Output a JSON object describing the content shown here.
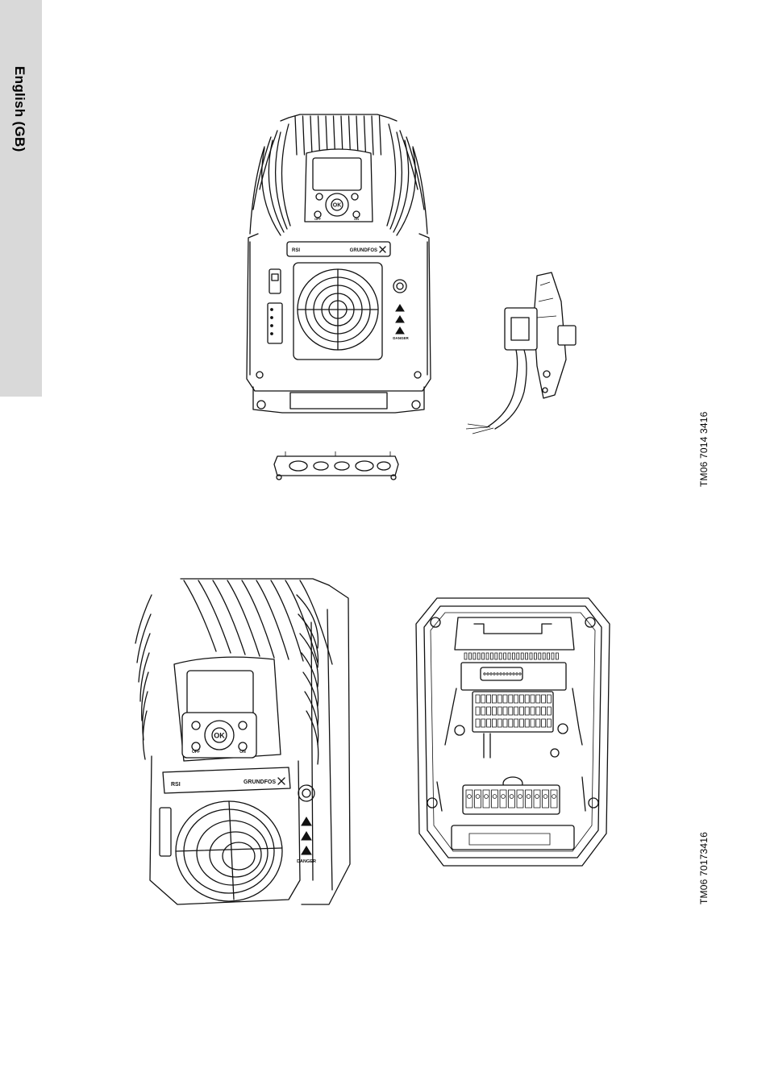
{
  "side_tab": {
    "label": "English (GB)"
  },
  "figures": [
    {
      "code": "TM06 7014 3416",
      "drive": {
        "brand": "GRUNDFOS",
        "model": "RSI",
        "ok_label": "OK",
        "off_label": "OFF",
        "on_label": "ON",
        "danger_label": "DANGER"
      }
    },
    {
      "code": "TM06 70173416",
      "drive": {
        "brand": "GRUNDFOS",
        "model": "RSI",
        "ok_label": "OK",
        "off_label": "OFF",
        "on_label": "ON",
        "danger_label": "DANGER"
      }
    }
  ],
  "icons": {
    "brand_logo": "grundfos-x-icon",
    "warning": "warning-triangle-icon",
    "fan": "fan-grille-icon"
  }
}
